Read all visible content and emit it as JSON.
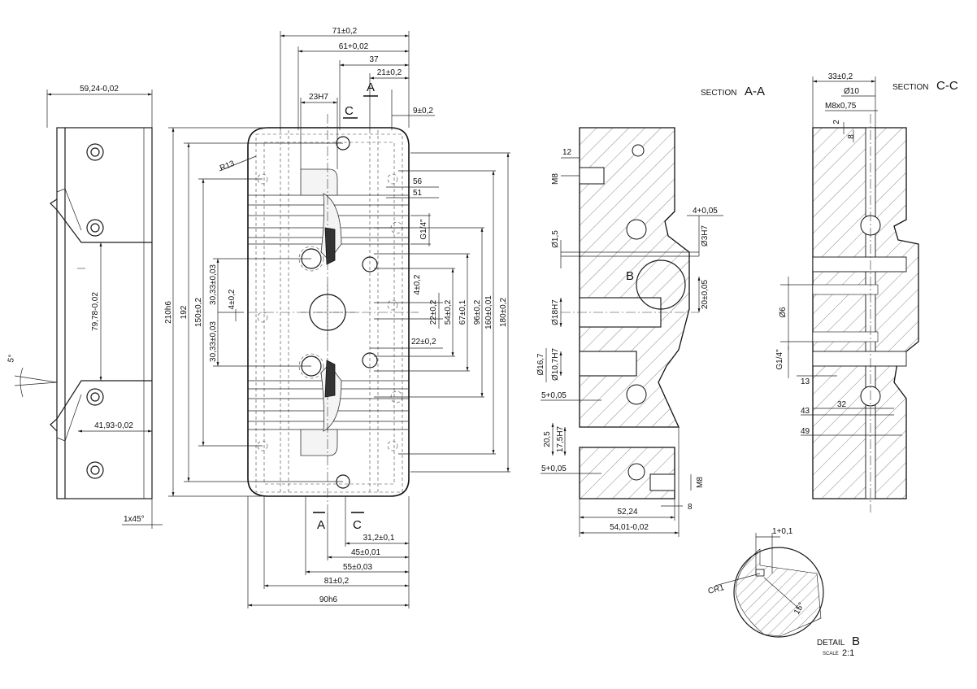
{
  "drawing": {
    "side_view": {
      "dims": [
        "59,24-0,02",
        "79,78-0,02",
        "41,93-0,02",
        "5°",
        "1x45°"
      ]
    },
    "front_view": {
      "top_dims": [
        "71±0,2",
        "61+0,02",
        "37",
        "21±0,2",
        "23H7",
        "9±0,2"
      ],
      "section_marks": [
        "A",
        "C",
        "A",
        "C"
      ],
      "left_dims": [
        "210h6",
        "192",
        "150±0,2",
        "30,33±0,03",
        "30,33±0,03",
        "4±0,2"
      ],
      "right_dims": [
        "56",
        "51",
        "G1/4\"",
        "4±0,2",
        "22±0,2",
        "54±0,2",
        "67±0,1",
        "96±0,2",
        "160±0,01",
        "180±0,2",
        "22±0,2"
      ],
      "radius": "R13",
      "bottom_dims": [
        "31,2±0,1",
        "45±0,01",
        "55±0,03",
        "81±0,2",
        "90h6"
      ]
    },
    "section_a": {
      "title_prefix": "SECTION",
      "title_letter": "A-A",
      "dims": [
        "12",
        "M8",
        "4+0,05",
        "Ø1,5",
        "Ø3H7",
        "20±0,05",
        "Ø18H7",
        "Ø16,7",
        "Ø10,7H7",
        "5+0,05",
        "20,5",
        "17,5H7",
        "5+0,05",
        "M8",
        "52,24",
        "8",
        "54,01-0,02"
      ],
      "detail_mark": "B"
    },
    "section_c": {
      "title_prefix": "SECTION",
      "title_letter": "C-C",
      "dims": [
        "33±0,2",
        "Ø10",
        "M8x0,75",
        "2",
        "8",
        "Ø6",
        "G1/4\"",
        "13",
        "32",
        "43",
        "49"
      ]
    },
    "detail_b": {
      "title_prefix": "DETAIL",
      "title_letter": "B",
      "scale_label": "SCALE",
      "scale_value": "2:1",
      "dims": [
        "1+0,1",
        "CR1",
        "15°"
      ]
    }
  }
}
